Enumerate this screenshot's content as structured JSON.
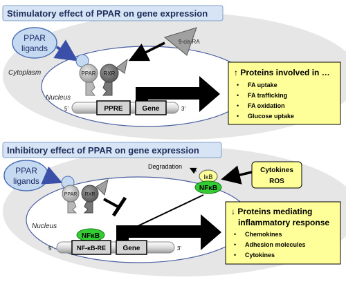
{
  "panel1": {
    "title": "Stimulatory effect of PPAR on gene expression",
    "ligand_line1": "PPAR",
    "ligand_line2": "ligands",
    "cytoplasm_label": "Cytoplasm",
    "nucleus_label": "Nucleus",
    "ppar_label": "PPAR",
    "rxr_label": "RXR",
    "nine_cis_ra": "9-cis-RA",
    "ppre_label": "PPRE",
    "gene_label": "Gene",
    "prime5": "5'",
    "prime3": "3'",
    "box_title": "↑ Proteins involved in …",
    "box_items": [
      "FA uptake",
      "FA trafficking",
      "FA oxidation",
      "Glucose uptake"
    ]
  },
  "panel2": {
    "title": "Inhibitory effect of PPAR on gene expression",
    "ligand_line1": "PPAR",
    "ligand_line2": "ligands",
    "nucleus_label": "Nucleus",
    "ppar_label": "PPAR",
    "rxr_label": "RXR",
    "degradation_label": "Degradation",
    "ikb_label": "IκB",
    "nfkb_label": "NFκB",
    "cytokines_label": "Cytokines",
    "ros_label": "ROS",
    "nfkb_re_label": "NF-κB-RE",
    "gene_label": "Gene",
    "prime5": "5'",
    "prime3": "3'",
    "box_title_line1": "↓ Proteins mediating",
    "box_title_line2": "inflammatory response",
    "box_items": [
      "Chemokines",
      "Adhesion molecules",
      "Cytokines"
    ]
  },
  "colors": {
    "title_bg": "#d6e4f5",
    "title_border": "#7f9ec8",
    "outer_cell": "#e6e6e6",
    "ligand_blue": "#c5d9f1",
    "ligand_border": "#4a6fb5",
    "arrow_blue": "#3a4fa8",
    "yellow_box": "#ffff99",
    "nfkb_green": "#33cc33"
  }
}
